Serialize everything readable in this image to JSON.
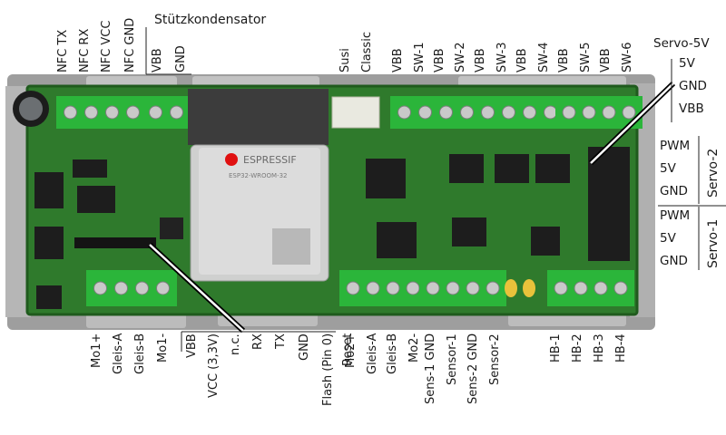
{
  "top_labels": {
    "nfc": [
      "NFC TX",
      "NFC RX",
      "NFC VCC",
      "NFC GND"
    ],
    "stuetz_title": "Stützkondensator",
    "stuetz": [
      "VBB",
      "GND"
    ],
    "susi": [
      "Susi",
      "Classic"
    ],
    "sw": [
      "VBB",
      "SW-1",
      "VBB",
      "SW-2",
      "VBB",
      "SW-3",
      "VBB",
      "SW-4",
      "VBB",
      "SW-5",
      "VBB",
      "SW-6"
    ]
  },
  "right_labels": {
    "servo5v_title": "Servo-5V",
    "servo5v": [
      "5V",
      "GND",
      "VBB"
    ],
    "servo2_title": "Servo-2",
    "servo2": [
      "PWM",
      "5V",
      "GND"
    ],
    "servo1_title": "Servo-1",
    "servo1": [
      "PWM",
      "5V",
      "GND"
    ]
  },
  "bottom_labels": {
    "motor1": [
      "Mo1+",
      "Gleis-A",
      "Gleis-B",
      "Mo1-"
    ],
    "prog": [
      "VBB",
      "VCC (3,3V)",
      "n.c.",
      "RX",
      "TX",
      "GND",
      "Flash (Pin 0)",
      "Reset"
    ],
    "motor2": [
      "Mo2+",
      "Gleis-A",
      "Gleis-B",
      "Mo2-"
    ],
    "sensors": [
      "Sens-1 GND",
      "Sensor-1",
      "Sens-2 GND",
      "Sensor-2"
    ],
    "hb": [
      "HB-1",
      "HB-2",
      "HB-3",
      "HB-4"
    ]
  },
  "module": {
    "brand": "ESPRESSIF",
    "model": "ESP32-WROOM-32"
  },
  "colors": {
    "pcb": "#2f7a2c",
    "terminal": "#2bb53a",
    "housing": "#a9a9a9",
    "chip": "#1d1d1d",
    "module": "#d6d6d6"
  }
}
